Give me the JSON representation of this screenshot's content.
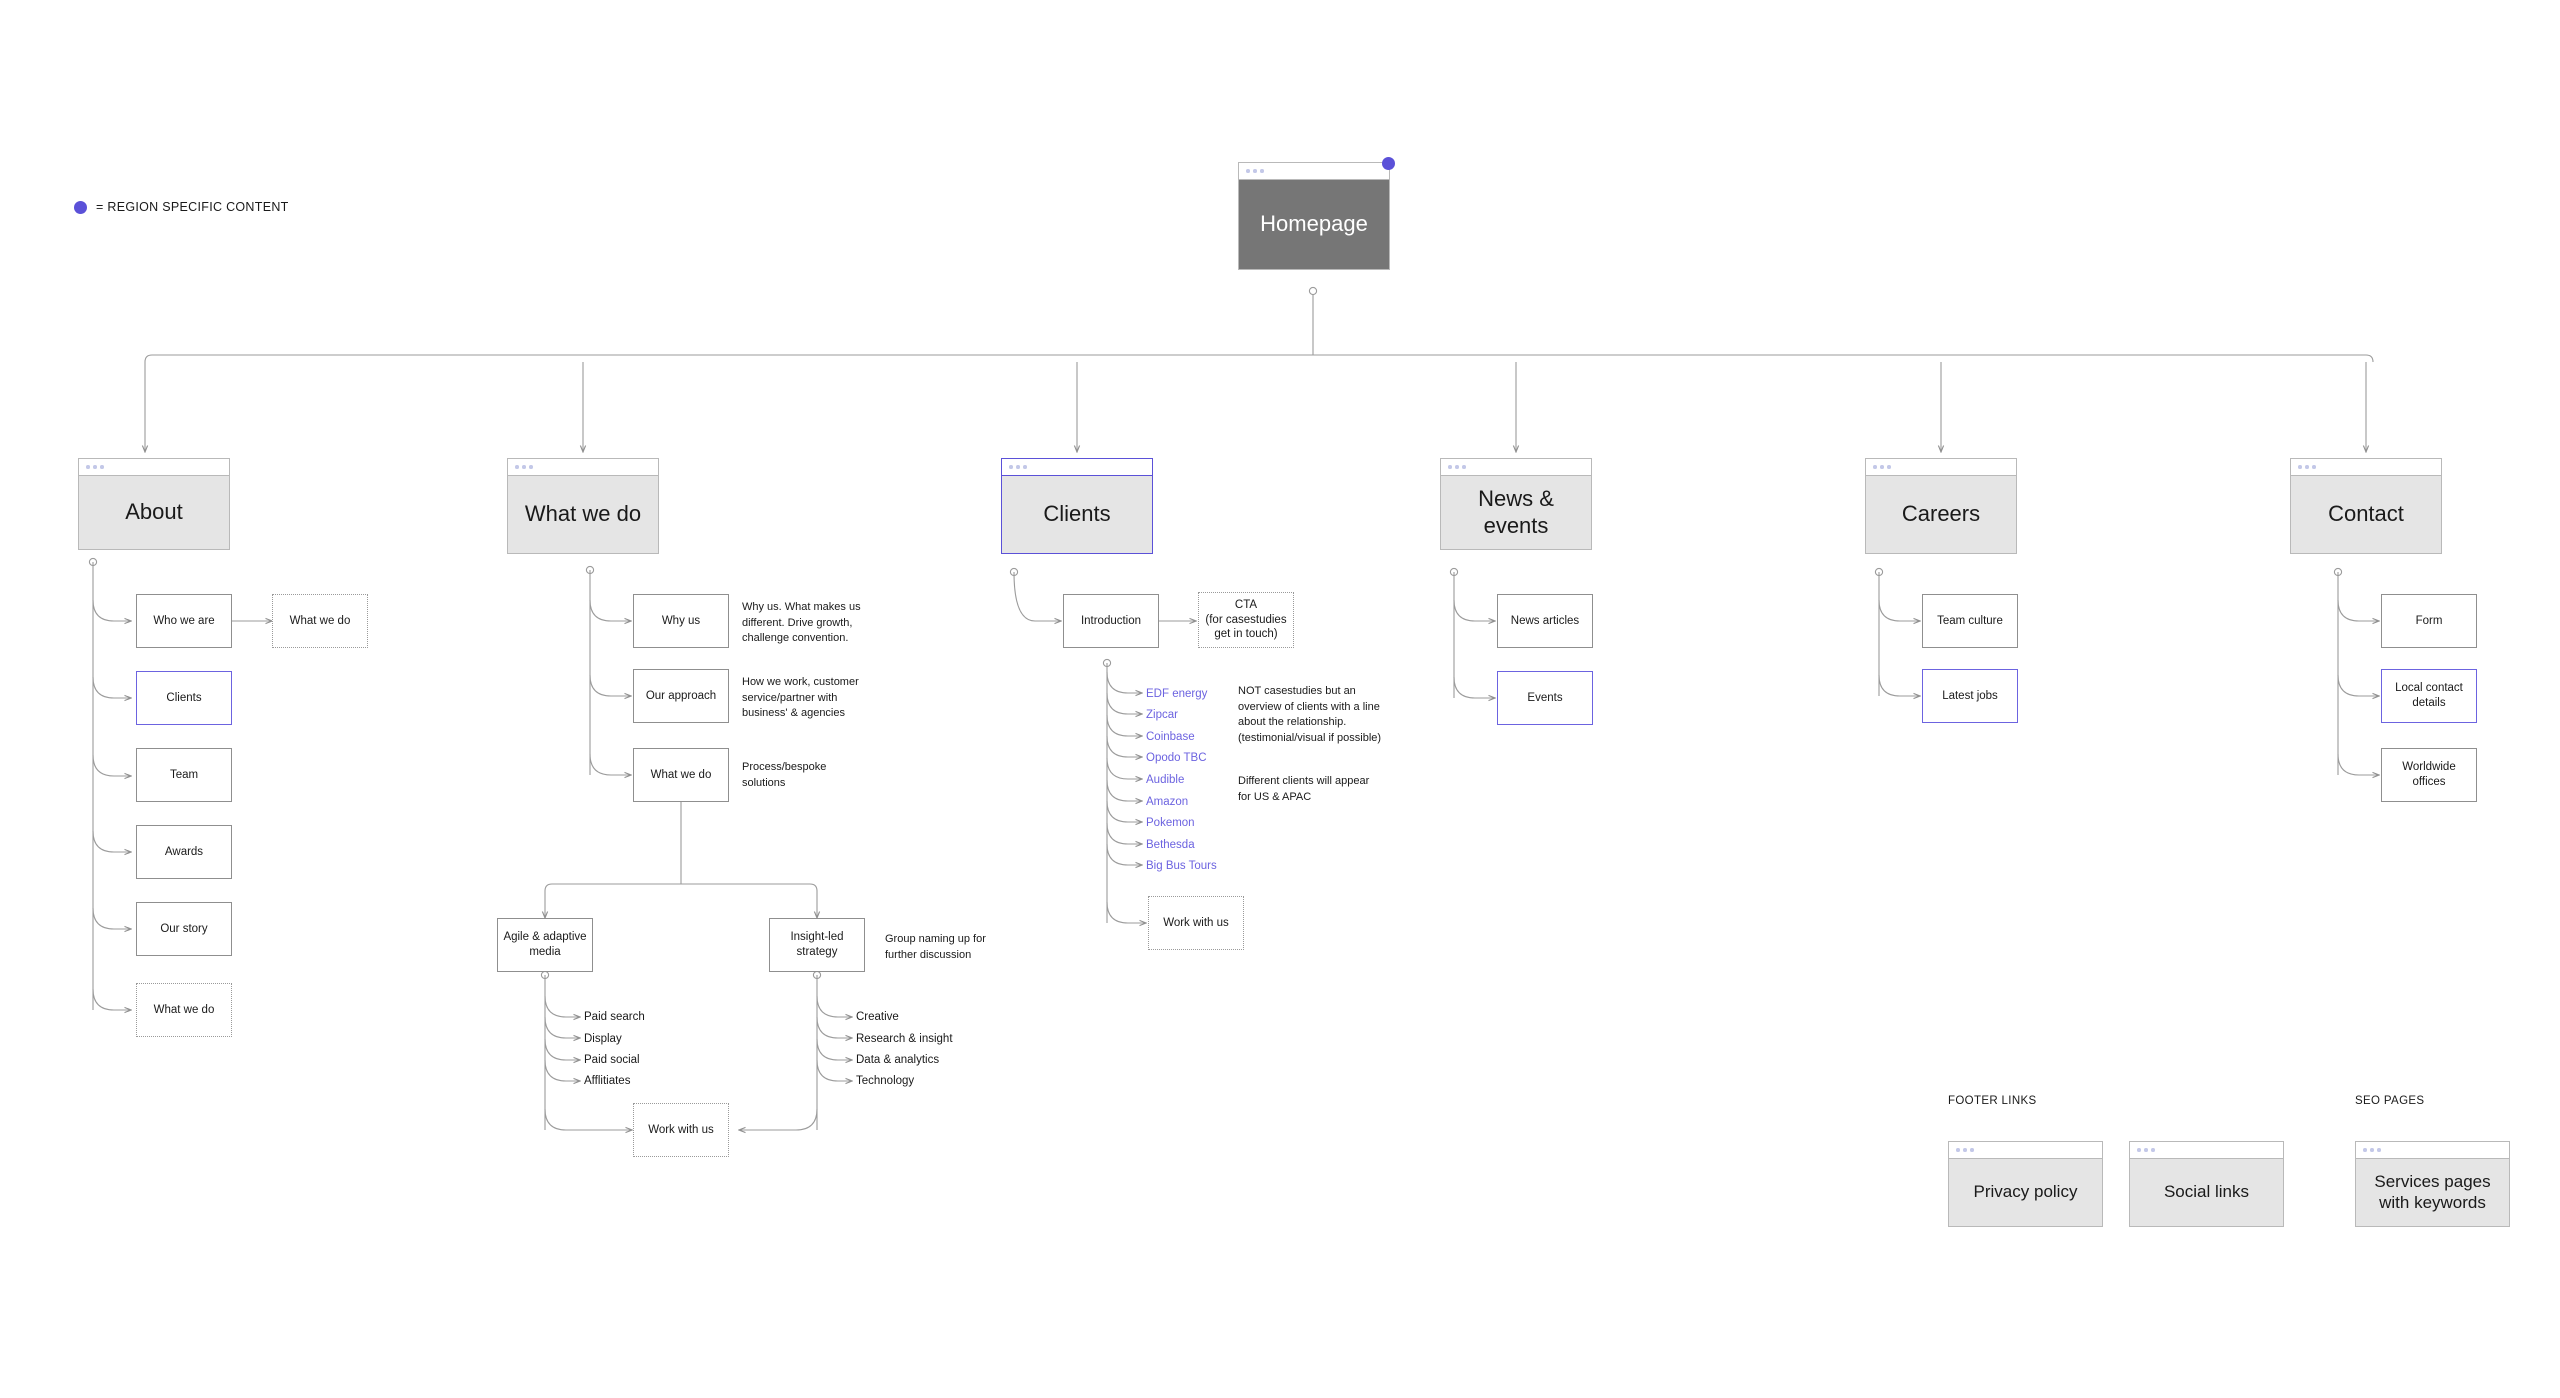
{
  "legend": {
    "icon": "region-dot-icon",
    "label": "= REGION SPECIFIC CONTENT",
    "accent_color": "#5b51d8"
  },
  "root": {
    "label": "Homepage",
    "region_specific": true
  },
  "sections": [
    {
      "label": "About"
    },
    {
      "label": "What we do"
    },
    {
      "label": "Clients"
    },
    {
      "label": "News & events"
    },
    {
      "label": "Careers"
    },
    {
      "label": "Contact"
    }
  ],
  "about": {
    "children": [
      {
        "label": "Who we are"
      },
      {
        "label": "Clients"
      },
      {
        "label": "Team"
      },
      {
        "label": "Awards"
      },
      {
        "label": "Our story"
      },
      {
        "label": "What we do"
      }
    ],
    "sibling": {
      "label": "What we do"
    }
  },
  "what_we_do": {
    "children": [
      {
        "label": "Why us",
        "note": "Why us. What makes us different. Drive growth, challenge convention."
      },
      {
        "label": "Our approach",
        "note": "How we work, customer service/partner with business' & agencies"
      },
      {
        "label": "What we do",
        "note": "Process/bespoke solutions"
      }
    ],
    "groups": [
      {
        "label": "Agile & adaptive media",
        "items": [
          "Paid search",
          "Display",
          "Paid social",
          "Afflitiates"
        ]
      },
      {
        "label": "Insight-led strategy",
        "items": [
          "Creative",
          "Research & insight",
          "Data & analytics",
          "Technology"
        ]
      }
    ],
    "group_note": "Group naming up for further discussion",
    "cta": {
      "label": "Work with us"
    }
  },
  "clients": {
    "intro": {
      "label": "Introduction"
    },
    "cta": {
      "label": "CTA\n(for casestudies\nget in touch)",
      "line1": "CTA",
      "line2": "(for casestudies",
      "line3": "get in touch)"
    },
    "list": [
      "EDF energy",
      "Zipcar",
      "Coinbase",
      "Opodo TBC",
      "Audible",
      "Amazon",
      "Pokemon",
      "Bethesda",
      "Big Bus Tours"
    ],
    "note_1": "NOT casestudies but an overview of clients with a line about the relationship. (testimonial/visual if possible)",
    "note_2": "Different clients will appear for US & APAC",
    "work_with_us": {
      "label": "Work with us"
    }
  },
  "news_events": {
    "children": [
      {
        "label": "News articles",
        "accent": false
      },
      {
        "label": "Events",
        "accent": true
      }
    ]
  },
  "careers": {
    "children": [
      {
        "label": "Team culture",
        "accent": false
      },
      {
        "label": "Latest jobs",
        "accent": true
      }
    ]
  },
  "contact": {
    "children": [
      {
        "label": "Form",
        "accent": false
      },
      {
        "label": "Local contact details",
        "accent": true
      },
      {
        "label": "Worldwide offices",
        "accent": false
      }
    ]
  },
  "footer_group": {
    "caption": "FOOTER LINKS",
    "pages": [
      {
        "label": "Privacy policy"
      },
      {
        "label": "Social links"
      }
    ]
  },
  "seo_group": {
    "caption": "SEO PAGES",
    "pages": [
      {
        "label": "Services pages with keywords"
      }
    ]
  }
}
